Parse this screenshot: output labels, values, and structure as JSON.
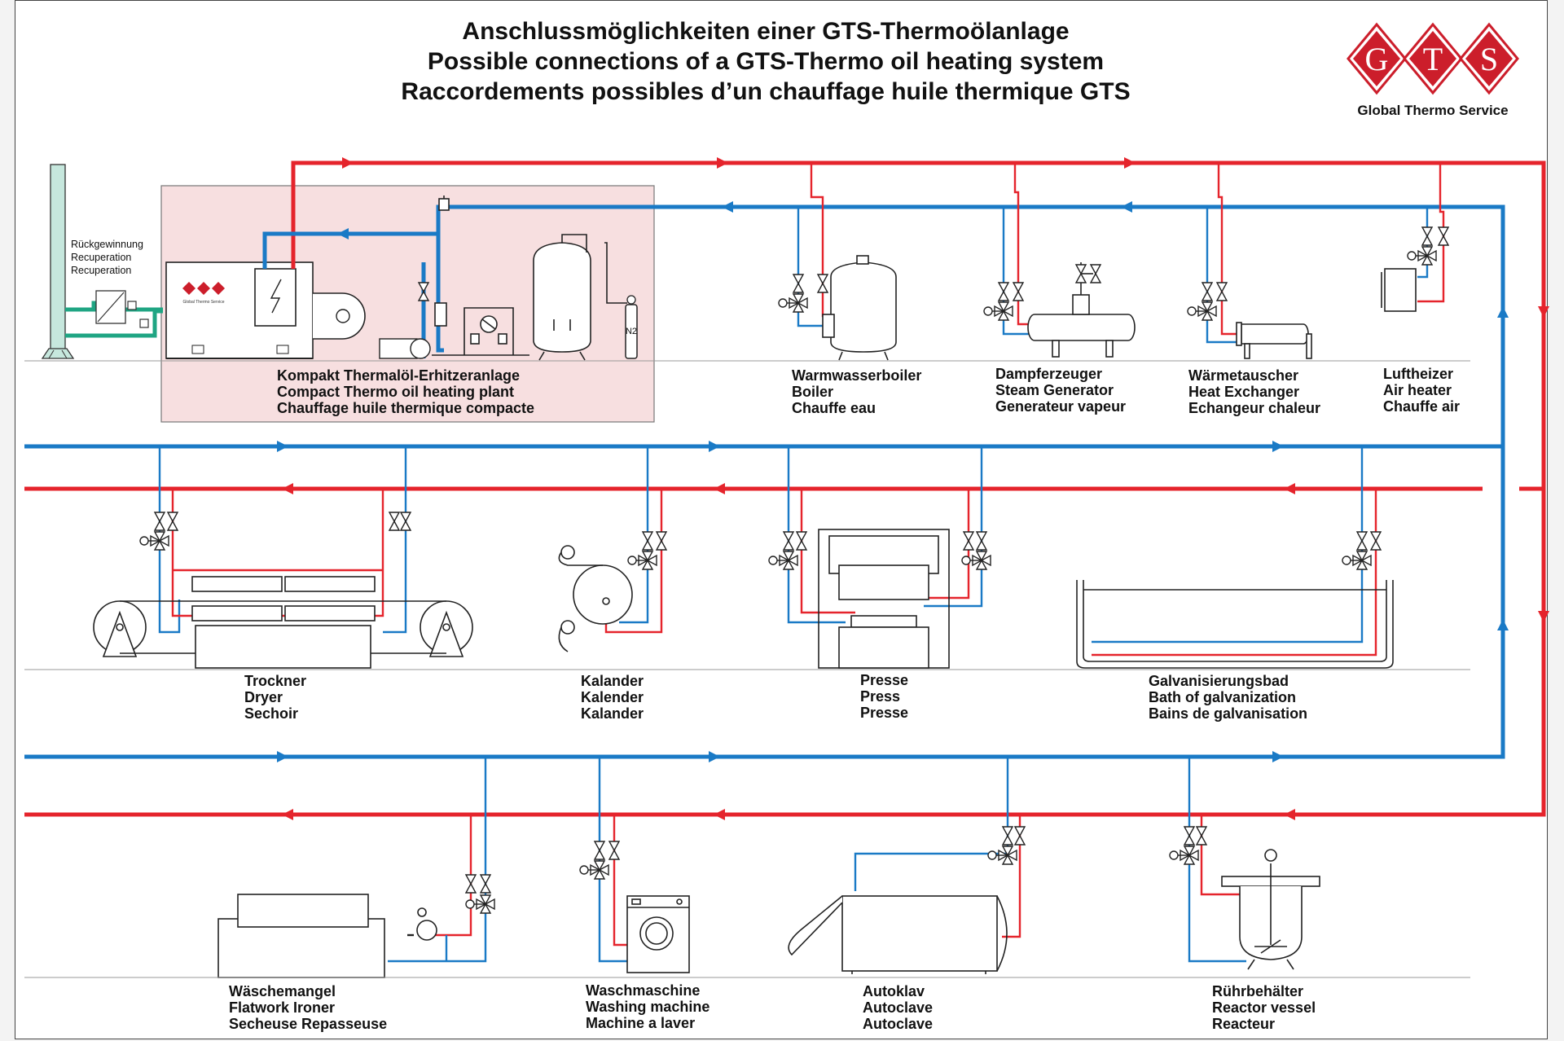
{
  "title": {
    "line1": "Anschlussmöglichkeiten einer GTS-Thermoölanlage",
    "line2": "Possible connections of a GTS-Thermo oil heating system",
    "line3": "Raccordements possibles d’un chauffage huile thermique GTS"
  },
  "logo": {
    "letters": [
      "G",
      "T",
      "S"
    ],
    "caption": "Global Thermo Service",
    "small_caption": "Global Thermo Service"
  },
  "recuperation": [
    "Rückgewinnung",
    "Recuperation",
    "Recuperation"
  ],
  "nitrogen": "N2",
  "colors": {
    "supply": "#e5242c",
    "return": "#1a7ac6",
    "recuperation_loop": "#1fa583",
    "plant_area": "#f7dfe0",
    "logo_red": "#cc1e2b"
  },
  "components": [
    {
      "id": "compact-plant",
      "lines": [
        "Kompakt Thermalöl-Erhitzeranlage",
        "Compact Thermo oil heating plant",
        "Chauffage huile thermique compacte"
      ]
    },
    {
      "id": "boiler",
      "lines": [
        "Warmwasserboiler",
        "Boiler",
        "Chauffe eau"
      ]
    },
    {
      "id": "steam-generator",
      "lines": [
        "Dampferzeuger",
        "Steam Generator",
        "Generateur vapeur"
      ]
    },
    {
      "id": "heat-exchanger",
      "lines": [
        "Wärmetauscher",
        "Heat Exchanger",
        "Echangeur chaleur"
      ]
    },
    {
      "id": "air-heater",
      "lines": [
        "Luftheizer",
        "Air heater",
        "Chauffe air"
      ]
    },
    {
      "id": "dryer",
      "lines": [
        "Trockner",
        "Dryer",
        "Sechoir"
      ]
    },
    {
      "id": "calender",
      "lines": [
        "Kalander",
        "Kalender",
        "Kalander"
      ]
    },
    {
      "id": "press",
      "lines": [
        "Presse",
        "Press",
        "Presse"
      ]
    },
    {
      "id": "galvanization",
      "lines": [
        "Galvanisierungsbad",
        "Bath of galvanization",
        "Bains de galvanisation"
      ]
    },
    {
      "id": "flatwork-ironer",
      "lines": [
        "Wäschemangel",
        "Flatwork Ironer",
        "Secheuse Repasseuse"
      ]
    },
    {
      "id": "washing-machine",
      "lines": [
        "Waschmaschine",
        "Washing machine",
        "Machine a laver"
      ]
    },
    {
      "id": "autoclave",
      "lines": [
        "Autoklav",
        "Autoclave",
        "Autoclave"
      ]
    },
    {
      "id": "reactor",
      "lines": [
        "Rührbehälter",
        "Reactor vessel",
        "Reacteur"
      ]
    }
  ]
}
